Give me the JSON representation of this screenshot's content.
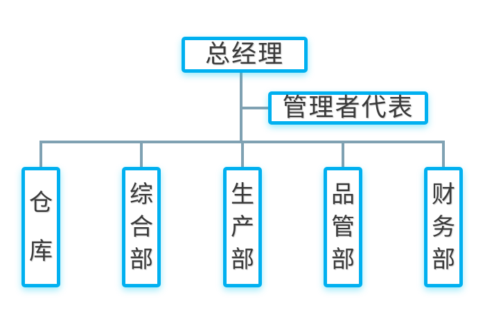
{
  "chart": {
    "type": "org-chart",
    "title": "",
    "background_color": "#ffffff",
    "box_border_color": "#00b0f0",
    "connector_color": "#7fa1b2",
    "text_color": "#3a3a3a",
    "root": {
      "label": "总经理",
      "orientation": "horizontal"
    },
    "staff": {
      "label": "管理者代表",
      "orientation": "horizontal",
      "attached_to": "总经理"
    },
    "departments": [
      {
        "label": "仓库",
        "chars": [
          "仓",
          "库"
        ],
        "orientation": "vertical"
      },
      {
        "label": "综合部",
        "chars": [
          "综",
          "合",
          "部"
        ],
        "orientation": "vertical"
      },
      {
        "label": "生产部",
        "chars": [
          "生",
          "产",
          "部"
        ],
        "orientation": "vertical"
      },
      {
        "label": "品管部",
        "chars": [
          "品",
          "管",
          "部"
        ],
        "orientation": "vertical"
      },
      {
        "label": "财务部",
        "chars": [
          "财",
          "务",
          "部"
        ],
        "orientation": "vertical"
      }
    ]
  }
}
